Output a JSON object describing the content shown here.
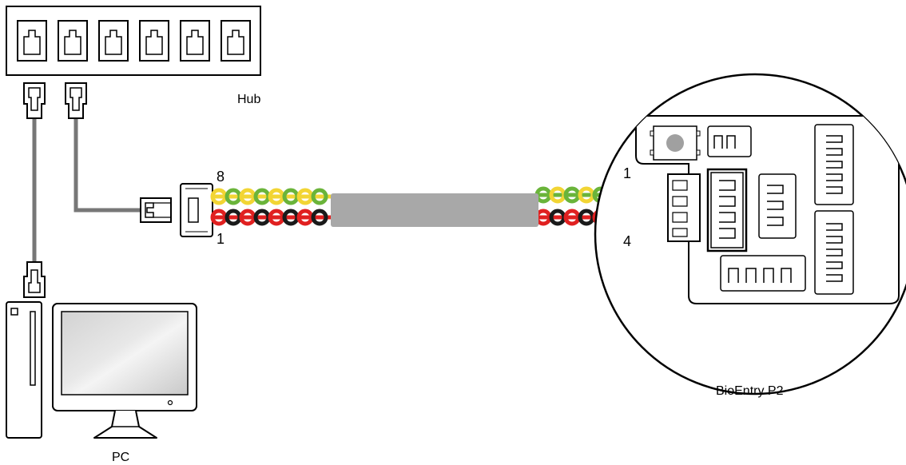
{
  "labels": {
    "hub": "Hub",
    "pc": "PC",
    "device": "BioEntry P2"
  },
  "pins": {
    "rj45_top": "8",
    "rj45_bottom": "1",
    "device_top": "1",
    "device_bottom": "4"
  },
  "colors": {
    "wire_yellow": "#f2d534",
    "wire_green": "#6ab43a",
    "wire_red": "#e02020",
    "wire_black": "#1a1a1a",
    "cable_jacket": "#a8a8a8",
    "patch_cable": "#777777"
  }
}
